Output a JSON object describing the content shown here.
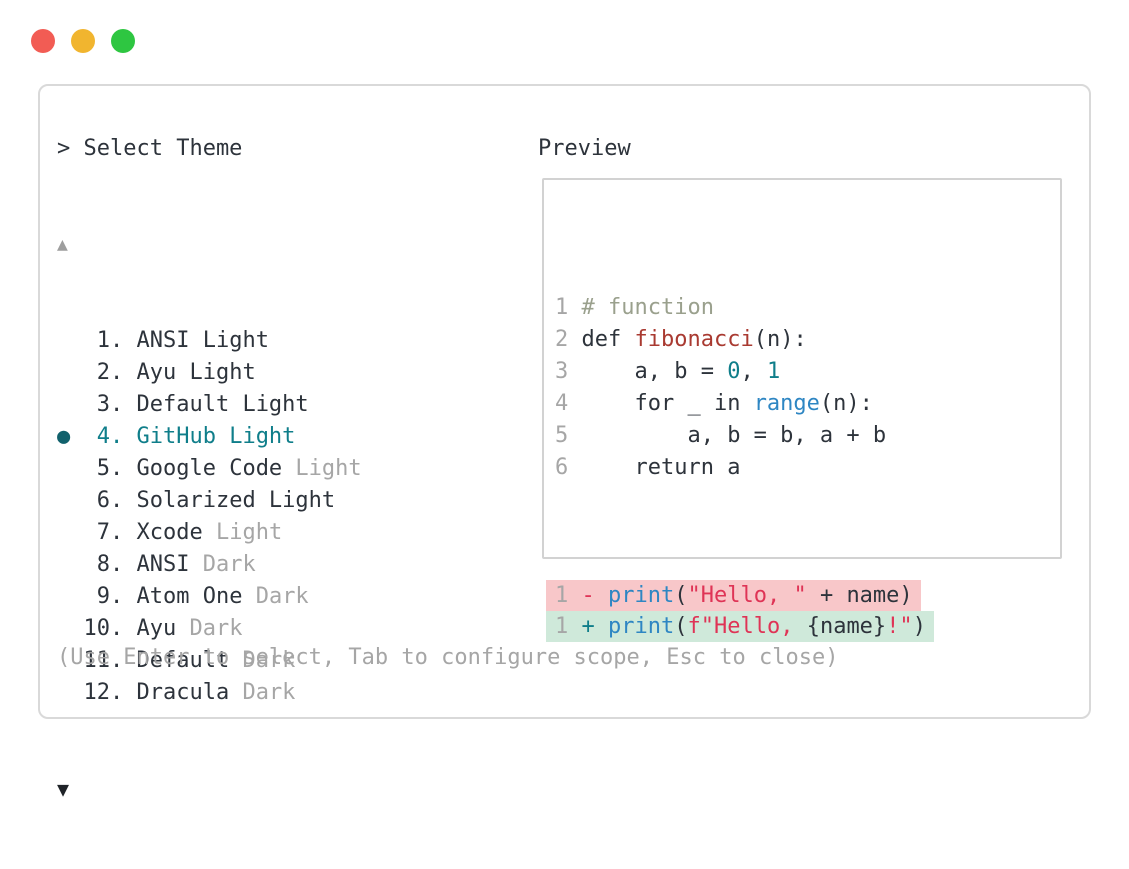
{
  "colors": {
    "text_dark": "#2d333b",
    "text_muted": "#a6a6a6",
    "accent_teal": "#0f7e8a",
    "accent_teal_dark": "#11616c",
    "blue": "#2e86c3",
    "brick_red": "#a93a31",
    "crimson": "#df3456",
    "comment_olive": "#9aa08d",
    "diff_removed_bg": "#f8c7c9",
    "diff_added_bg": "#cfe9da",
    "border_gray": "#d9d9d9",
    "preview_border": "#d2d2d2",
    "traffic_red": "#f25c54",
    "traffic_yellow": "#f1b52f",
    "traffic_green": "#2ec641",
    "triangle_dark": "#1f2328"
  },
  "window_controls": {
    "close_icon": "circle-red",
    "minimize_icon": "circle-yellow",
    "zoom_icon": "circle-green"
  },
  "header": {
    "select_label": "> Select Theme",
    "preview_label": "Preview"
  },
  "list": {
    "scroll_up_icon": "▲",
    "scroll_down_icon": "▼",
    "selected_bullet_icon": "●",
    "items": [
      {
        "number": "1.",
        "name": "ANSI Light",
        "suffix": "",
        "selected": false
      },
      {
        "number": "2.",
        "name": "Ayu Light",
        "suffix": "",
        "selected": false
      },
      {
        "number": "3.",
        "name": "Default Light",
        "suffix": "",
        "selected": false
      },
      {
        "number": "4.",
        "name": "GitHub Light",
        "suffix": "",
        "selected": true
      },
      {
        "number": "5.",
        "name": "Google Code",
        "suffix": "Light",
        "selected": false
      },
      {
        "number": "6.",
        "name": "Solarized Light",
        "suffix": "",
        "selected": false
      },
      {
        "number": "7.",
        "name": "Xcode",
        "suffix": "Light",
        "selected": false
      },
      {
        "number": "8.",
        "name": "ANSI",
        "suffix": "Dark",
        "selected": false
      },
      {
        "number": "9.",
        "name": "Atom One",
        "suffix": "Dark",
        "selected": false
      },
      {
        "number": "10.",
        "name": "Ayu",
        "suffix": "Dark",
        "selected": false
      },
      {
        "number": "11.",
        "name": "Default",
        "suffix": "Dark",
        "selected": false
      },
      {
        "number": "12.",
        "name": "Dracula",
        "suffix": "Dark",
        "selected": false
      }
    ]
  },
  "preview": {
    "code_lines": [
      {
        "num": "1",
        "tokens": [
          {
            "text": "# function",
            "color": "comment"
          }
        ]
      },
      {
        "num": "2",
        "tokens": [
          {
            "text": "def ",
            "color": "plain"
          },
          {
            "text": "fibonacci",
            "color": "function"
          },
          {
            "text": "(n):",
            "color": "plain"
          }
        ]
      },
      {
        "num": "3",
        "tokens": [
          {
            "text": "    a, b = ",
            "color": "plain"
          },
          {
            "text": "0",
            "color": "number"
          },
          {
            "text": ", ",
            "color": "plain"
          },
          {
            "text": "1",
            "color": "number"
          }
        ]
      },
      {
        "num": "4",
        "tokens": [
          {
            "text": "    for _ in ",
            "color": "plain"
          },
          {
            "text": "range",
            "color": "builtin"
          },
          {
            "text": "(n):",
            "color": "plain"
          }
        ]
      },
      {
        "num": "5",
        "tokens": [
          {
            "text": "        a, b = b, a + b",
            "color": "plain"
          }
        ]
      },
      {
        "num": "6",
        "tokens": [
          {
            "text": "    return a",
            "color": "plain"
          }
        ]
      }
    ],
    "diff_lines": [
      {
        "num": "1",
        "sign": "-",
        "kind": "removed",
        "tokens": [
          {
            "text": "print",
            "color": "builtin"
          },
          {
            "text": "(",
            "color": "plain"
          },
          {
            "text": "\"Hello, \"",
            "color": "string"
          },
          {
            "text": " + name)",
            "color": "plain"
          }
        ]
      },
      {
        "num": "1",
        "sign": "+",
        "kind": "added",
        "tokens": [
          {
            "text": "print",
            "color": "builtin"
          },
          {
            "text": "(",
            "color": "plain"
          },
          {
            "text": "f\"Hello, ",
            "color": "string"
          },
          {
            "text": "{name}",
            "color": "plain"
          },
          {
            "text": "!\"",
            "color": "string"
          },
          {
            "text": ")",
            "color": "plain"
          }
        ]
      }
    ]
  },
  "footer": {
    "hint": "(Use Enter to select, Tab to configure scope, Esc to close)"
  }
}
